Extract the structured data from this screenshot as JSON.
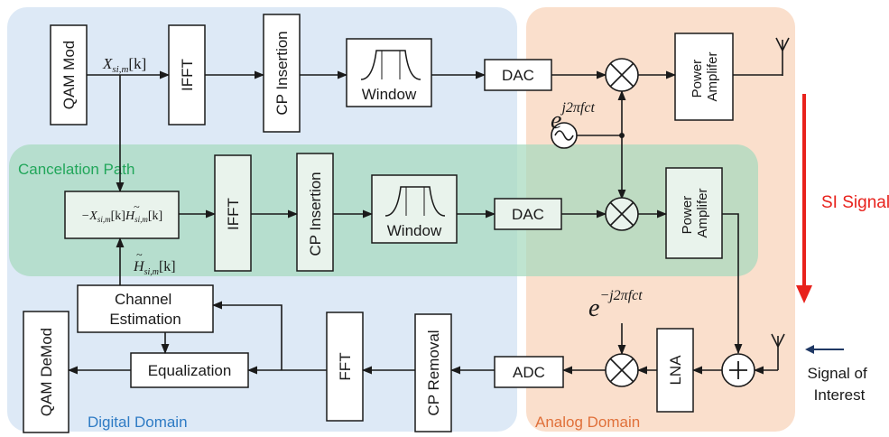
{
  "blocks": {
    "qam_mod": "QAM Mod",
    "ifft_top": "IFFT",
    "cp_insertion_top": "CP Insertion",
    "window_top": "Window",
    "dac_top": "DAC",
    "pa_top": "Power Amplifer",
    "ifft_cancel": "IFFT",
    "cp_insertion_cancel": "CP Insertion",
    "window_cancel": "Window",
    "dac_cancel": "DAC",
    "pa_cancel": "Power Amplifer",
    "channel_estimation": "Channel Estimation",
    "equalization": "Equalization",
    "qam_demod": "QAM DeMod",
    "fft": "FFT",
    "cp_removal": "CP Removal",
    "adc": "ADC",
    "lna": "LNA"
  },
  "labels": {
    "cancelation_path": "Cancelation Path",
    "digital_domain": "Digital Domain",
    "analog_domain": "Analog Domain",
    "si_signal": "SI Signal",
    "signal_of_interest": "Signal of Interest"
  },
  "math": {
    "x_base": "X",
    "x_sub": "si,m",
    "x_idx": "[k]",
    "neg_x_base": "−X",
    "h_base": "H",
    "carrier_base": "e",
    "carrier_up_exp": "j2πfct",
    "carrier_down_exp": "−j2πfct"
  },
  "colors": {
    "digital_region": "#dde9f6",
    "analog_region": "#fadfcc",
    "cancel_region": "#a6d9be",
    "cancel_label": "#21a65a",
    "digital_label": "#2e7bc4",
    "analog_label": "#e0703a",
    "si_arrow": "#e8221c",
    "soi_arrow": "#1f3864"
  }
}
